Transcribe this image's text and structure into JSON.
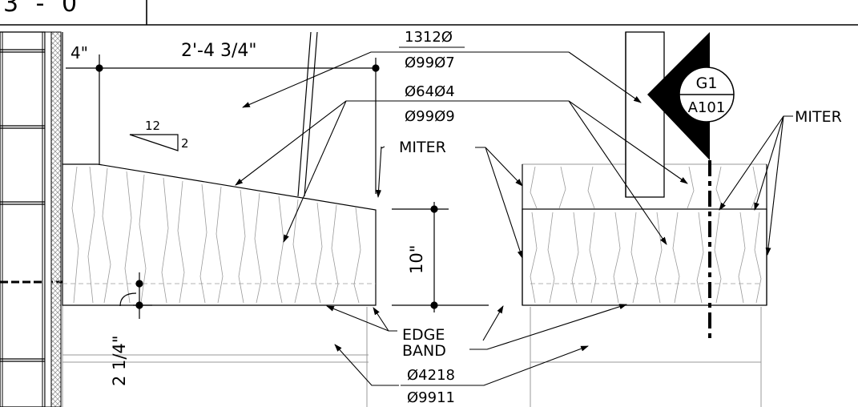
{
  "sheet": {
    "title_fragment": "3 - 0"
  },
  "dimensions": {
    "small_offset": "4\"",
    "width": "2'-4 3/4\"",
    "height": "10\"",
    "reveal": "2 1/4\""
  },
  "slope": {
    "run": "12",
    "rise": "2"
  },
  "callouts": {
    "codes_top": [
      "1312Ø",
      "Ø99Ø7",
      "Ø64Ø4",
      "Ø99Ø9"
    ],
    "miter_center": "MITER",
    "miter_right": "MITER",
    "edge_band_line1": "EDGE",
    "edge_band_line2": "BAND",
    "codes_bottom": [
      "Ø4218",
      "Ø9911"
    ]
  },
  "section_marker": {
    "detail": "G1",
    "sheet": "A101"
  }
}
